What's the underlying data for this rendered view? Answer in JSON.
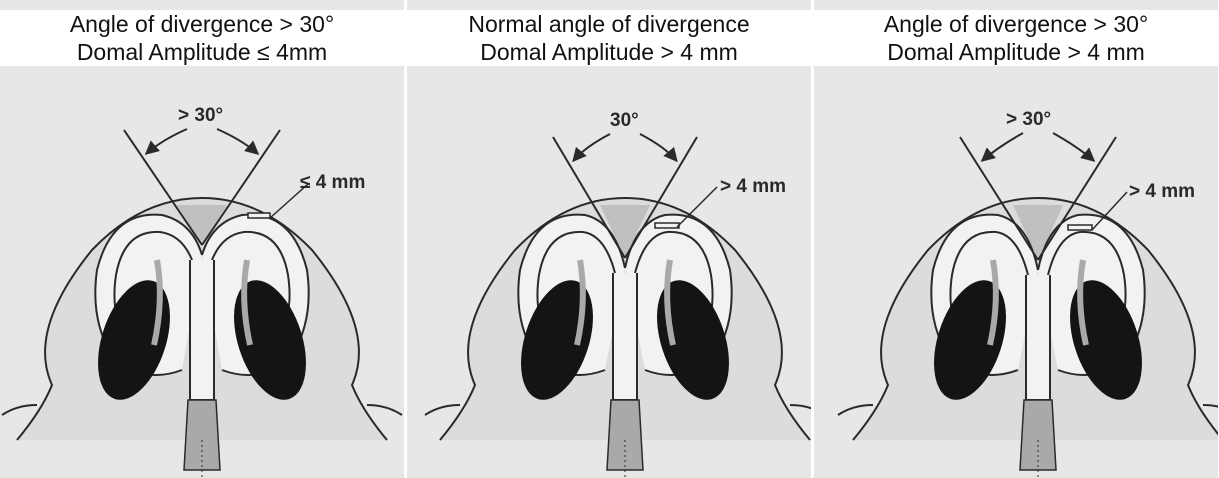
{
  "panels": [
    {
      "title_line1": "Angle of divergence  > 30°",
      "title_line2": "Domal Amplitude ≤ 4mm",
      "angle_label": "> 30°",
      "amplitude_label": "≤ 4 mm",
      "angle_type": "wide",
      "amplitude_type": "small"
    },
    {
      "title_line1": "Normal angle of divergence",
      "title_line2": "Domal Amplitude > 4 mm",
      "angle_label": "30°",
      "amplitude_label": "> 4 mm",
      "angle_type": "normal",
      "amplitude_type": "large"
    },
    {
      "title_line1": "Angle of divergence > 30°",
      "title_line2": "Domal Amplitude > 4 mm",
      "angle_label": "> 30°",
      "amplitude_label": "> 4 mm",
      "angle_type": "wide",
      "amplitude_type": "large"
    }
  ],
  "colors": {
    "background": "#e7e7e7",
    "skin": "#dcdcdc",
    "cartilage": "#f2f2f2",
    "shadow": "#a9a9a9",
    "nostril": "#141414",
    "line": "#2a2a2a"
  }
}
